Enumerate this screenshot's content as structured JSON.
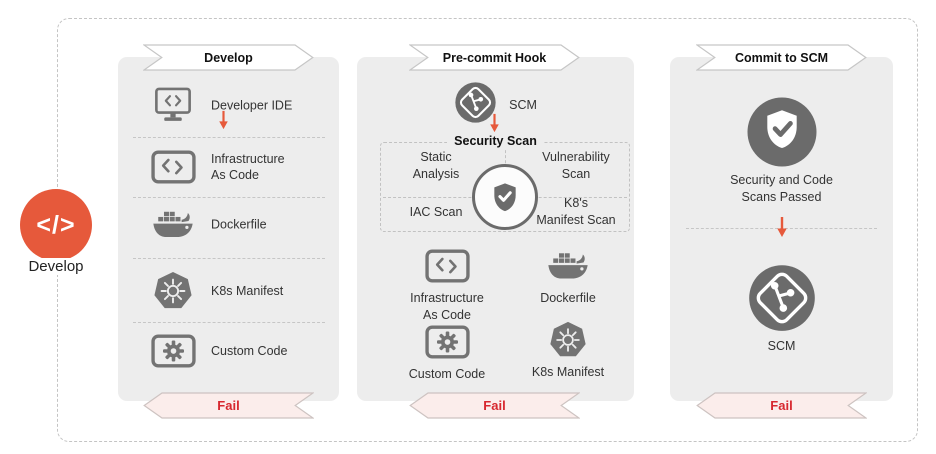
{
  "colors": {
    "accent_orange": "#E6593B",
    "icon_gray": "#737373",
    "circle_gray": "#6B6B6B",
    "panel_bg": "#EDEDED",
    "fail_red": "#D7282F",
    "fail_bg": "#FBEDEB"
  },
  "develop_node": {
    "icon": "code-icon",
    "glyph": "</>",
    "label": "Develop"
  },
  "col1": {
    "header": "Develop",
    "items": [
      {
        "icon": "monitor-code-icon",
        "label": "Developer IDE"
      },
      {
        "icon": "code-box-icon",
        "label": "Infrastructure\nAs Code"
      },
      {
        "icon": "docker-icon",
        "label": "Dockerfile"
      },
      {
        "icon": "kubernetes-icon",
        "label": "K8s Manifest"
      },
      {
        "icon": "gear-box-icon",
        "label": "Custom Code"
      }
    ],
    "fail": "Fail"
  },
  "col2": {
    "header": "Pre-commit Hook",
    "scm": "SCM",
    "scan_title": "Security Scan",
    "scan_icon": "shield-check-icon",
    "quadrants": {
      "top_left": "Static\nAnalysis",
      "top_right": "Vulnerability\nScan",
      "bottom_left": "IAC Scan",
      "bottom_right": "K8's\nManifest Scan"
    },
    "artifacts": [
      {
        "icon": "code-box-icon",
        "label": "Infrastructure\nAs Code"
      },
      {
        "icon": "docker-icon",
        "label": "Dockerfile"
      },
      {
        "icon": "gear-box-icon",
        "label": "Custom Code"
      },
      {
        "icon": "kubernetes-icon",
        "label": "K8s Manifest"
      }
    ],
    "fail": "Fail"
  },
  "col3": {
    "header": "Commit to SCM",
    "passed_icon": "shield-check-icon",
    "passed": "Security and Code\nScans Passed",
    "scm_icon": "git-icon",
    "scm": "SCM",
    "fail": "Fail"
  }
}
